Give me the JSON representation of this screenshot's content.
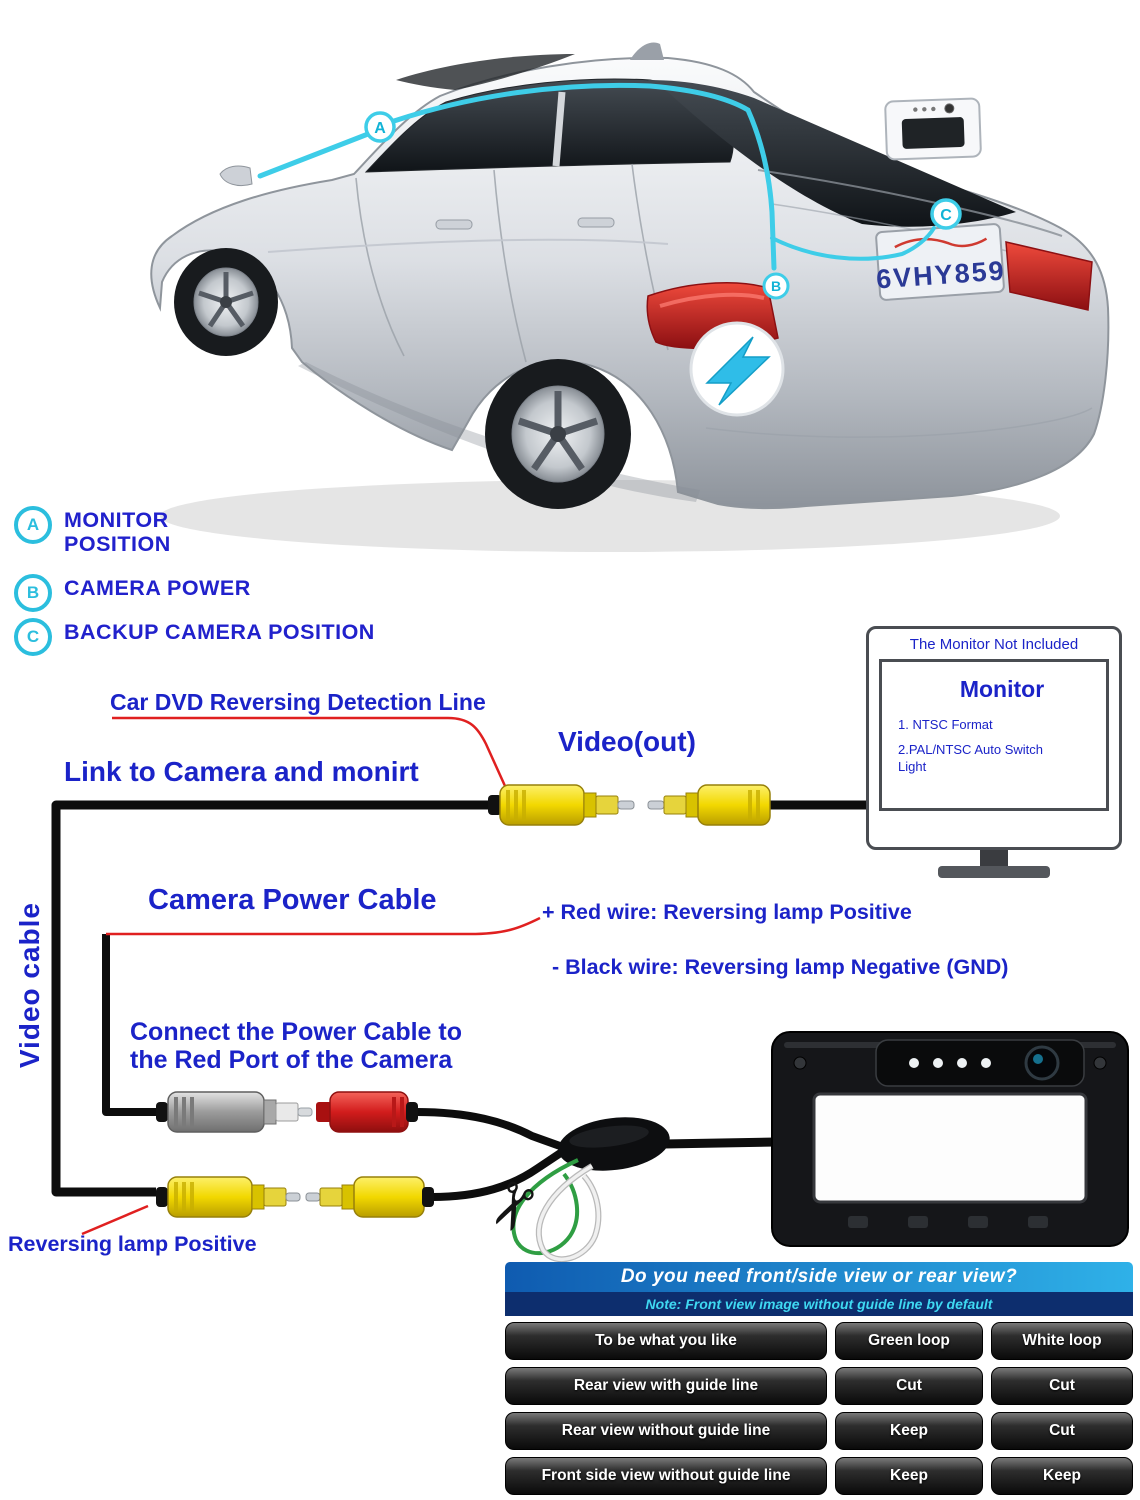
{
  "car": {
    "plate": "6VHY859"
  },
  "legend": {
    "items": [
      {
        "letter": "A",
        "line1": "MONITOR",
        "line2": "POSITION"
      },
      {
        "letter": "B",
        "line1": "CAMERA POWER",
        "line2": ""
      },
      {
        "letter": "C",
        "line1": "BACKUP CAMERA POSITION",
        "line2": ""
      }
    ]
  },
  "labels": {
    "dvd_line": "Car DVD Reversing Detection Line",
    "video_out": "Video(out)",
    "link": "Link to Camera and monirt",
    "video_cable": "Video cable",
    "power_cable": "Camera Power Cable",
    "red_wire": "+ Red wire: Reversing lamp Positive",
    "black_wire": "- Black wire: Reversing lamp Negative (GND)",
    "connect_line1": "Connect the Power Cable to",
    "connect_line2": "the Red Port of the Camera",
    "reversing": "Reversing lamp Positive"
  },
  "monitor": {
    "not_included": "The Monitor Not Included",
    "title": "Monitor",
    "spec1": "1. NTSC Format",
    "spec2": "2.PAL/NTSC Auto Switch Light"
  },
  "table": {
    "header": "Do you need front/side view or rear view?",
    "note": "Note: Front view image without guide line by default",
    "rows": [
      [
        "To be what you like",
        "Green loop",
        "White loop"
      ],
      [
        "Rear view with guide line",
        "Cut",
        "Cut"
      ],
      [
        "Rear view without guide line",
        "Keep",
        "Cut"
      ],
      [
        "Front side view without guide line",
        "Keep",
        "Keep"
      ]
    ]
  },
  "icons": {
    "scissors": "✂"
  },
  "colors": {
    "label_blue": "#1b23c8",
    "legend_blue": "#2121cc",
    "cyan": "#2bbede",
    "line_red": "#e02020",
    "rca_yellow": "#f2d800",
    "table_note_cyan": "#3fd9f2"
  }
}
